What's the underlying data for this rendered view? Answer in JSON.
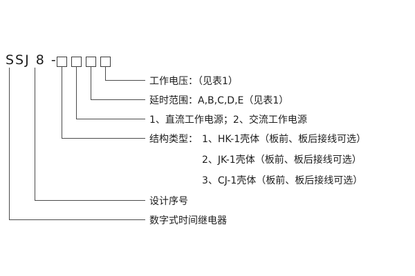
{
  "model": {
    "prefix": "SSJ 8 -",
    "digit_boxes": 4
  },
  "labels": {
    "working_voltage": "工作电压：（见表1）",
    "delay_range": "延时范围：A,B,C,D,E（见表1）",
    "power_type": "1、直流工作电源；2、交流工作电源",
    "structure_type_title": "结构类型：",
    "structure_type_1": "1、HK-1壳体（板前、板后接线可选）",
    "structure_type_2": "2、JK-1壳体（板前、板后接线可选）",
    "structure_type_3": "3、CJ-1壳体（板前、板后接线可选）",
    "design_serial": "设计序号",
    "product_name": "数字式时间继电器"
  },
  "colors": {
    "line": "#4a4a4a",
    "text": "#1c1c1c",
    "background": "#ffffff"
  }
}
